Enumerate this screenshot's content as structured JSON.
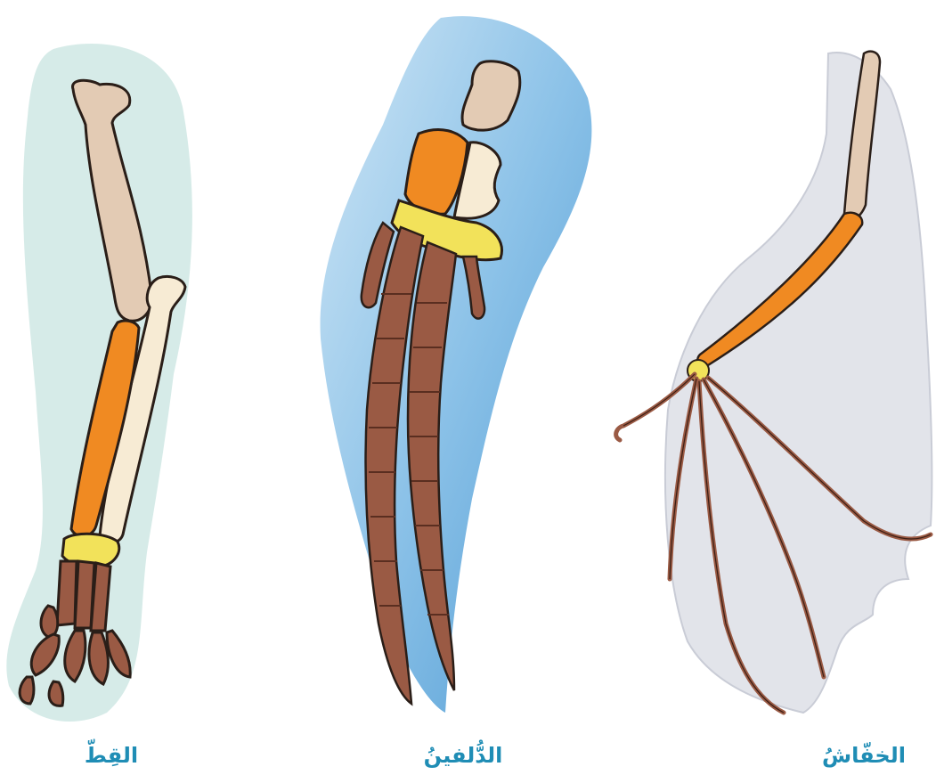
{
  "labels": {
    "bat": "الخفّاشُ",
    "dolphin": "الدُّلفينُ",
    "cat": "القِطّ"
  },
  "colors": {
    "caption": "#1f8db5",
    "humerus": "#e3cbb4",
    "radius": "#f08a22",
    "ulna": "#f7ebd4",
    "carpals": "#f2e25a",
    "phalanges": "#9a5a44",
    "cat_background": "#d6ebe8",
    "dolphin_flipper": "#6aaedc",
    "bat_membrane": "#e2e4ea"
  }
}
